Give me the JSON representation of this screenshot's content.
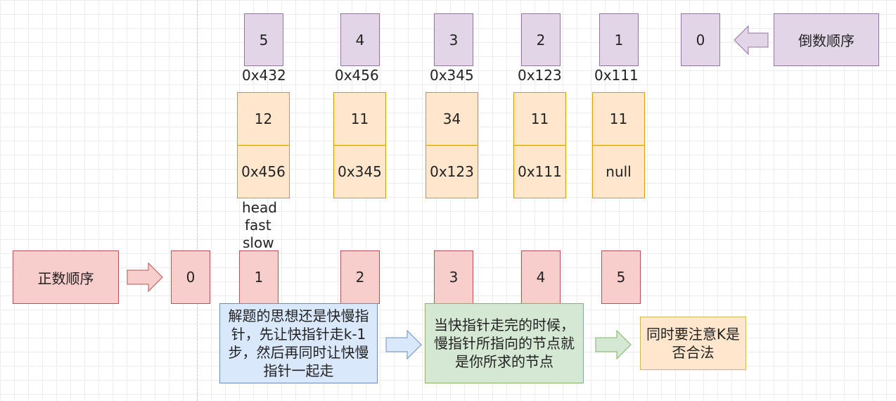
{
  "reverse_order": {
    "label": "倒数顺序",
    "indices": [
      "5",
      "4",
      "3",
      "2",
      "1",
      "0"
    ]
  },
  "addresses": [
    "0x432",
    "0x456",
    "0x345",
    "0x123",
    "0x111"
  ],
  "nodes": [
    {
      "value": "12",
      "next": "0x456"
    },
    {
      "value": "11",
      "next": "0x345"
    },
    {
      "value": "34",
      "next": "0x123"
    },
    {
      "value": "11",
      "next": "0x111"
    },
    {
      "value": "11",
      "next": "null"
    }
  ],
  "pointers": {
    "head": "head",
    "fast": "fast",
    "slow": "slow"
  },
  "forward_order": {
    "label": "正数顺序",
    "indices": [
      "0",
      "1",
      "2",
      "3",
      "4",
      "5"
    ]
  },
  "notes": {
    "idea": "解题的思想还是快慢指针，先让快指针走k-1步，然后再同时让快慢指针一起走",
    "result": "当快指针走完的时候，慢指针所指向的节点就是你所求的节点",
    "check": "同时要注意K是否合法"
  },
  "colors": {
    "purple_fill": "#e1d5e7",
    "purple_stroke": "#9673a6",
    "red_fill": "#f8cecc",
    "red_stroke": "#b85450",
    "orange_fill": "#ffe6cc",
    "orange_stroke": "#d79b00",
    "blue_fill": "#dae8fc",
    "blue_stroke": "#6c8ebf",
    "green_fill": "#d5e8d4",
    "green_stroke": "#82b366"
  }
}
